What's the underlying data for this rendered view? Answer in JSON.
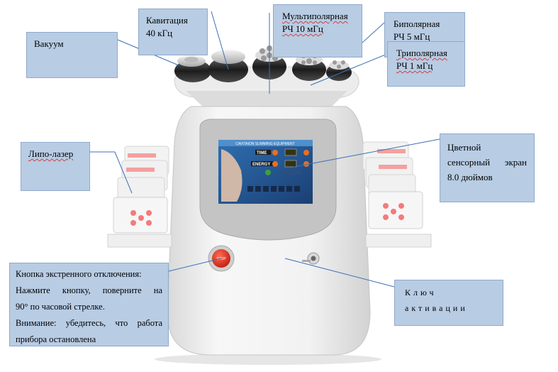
{
  "callouts": {
    "vacuum": "Вакуум",
    "cavitation_l1": "Кавитация",
    "cavitation_l2": "40 кГц",
    "multipolar_l1": "Мультиполярная",
    "multipolar_l2": "РЧ 10 мГц",
    "bipolar_l1": "Биполярная",
    "bipolar_l2": "РЧ 5 мГц",
    "tripolar_l1": "Триполярная",
    "tripolar_l2": "РЧ 1 мГц",
    "lipo_laser": "Липо-лазер",
    "screen_l1": "Цветной",
    "screen_l2": "сенсорный экран",
    "screen_l3": "8.0 дюймов",
    "stop_l1": "Кнопка экстренного отключения:",
    "stop_l2": "Нажмите кнопку, поверните на",
    "stop_l3": "90° по часовой стрелке.",
    "stop_l4": "Внимание: убедитесь, что работа",
    "stop_l5": "прибора остановлена",
    "key_l1": "Ключ",
    "key_l2": "активации"
  },
  "device_screen": {
    "header": "CAVITAION SLIMMING EQUIPMENT",
    "time_label": "TIME",
    "energy_label": "ENERGY"
  },
  "stop_button_label": "STOP",
  "colors": {
    "callout_fill": "#b8cce4",
    "callout_border": "#8eaacb",
    "device_body": "#f1f1f1",
    "screen_bezel": "#bdbdbd",
    "stop_button": "#e0301e",
    "laser_pad": "#f4a0a0"
  }
}
